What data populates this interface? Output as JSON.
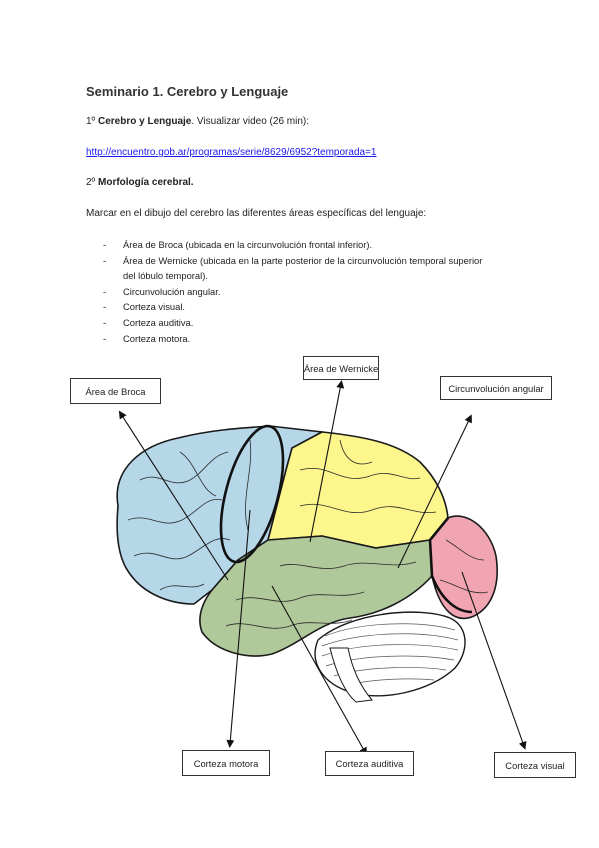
{
  "title": "Seminario 1. Cerebro y Lenguaje",
  "section1": {
    "number": "1º",
    "bold": "Cerebro y Lenguaje",
    "rest": ". Visualizar video (26 min):"
  },
  "link": "http://encuentro.gob.ar/programas/serie/8629/6952?temporada=1",
  "section2": {
    "number": "2º",
    "bold": "Morfología cerebral."
  },
  "instruction": "Marcar en el dibujo del cerebro las diferentes áreas específicas del lenguaje:",
  "bullet_marker": "-",
  "list": [
    "Área de Broca (ubicada en la circunvolución frontal inferior).",
    "Área de Wernicke (ubicada en la parte posterior de la circunvolución temporal superior",
    "del lóbulo temporal).",
    "Circunvolución angular.",
    "Corteza visual.",
    "Corteza auditiva.",
    "Corteza motora."
  ],
  "labels": {
    "broca": "Área de Broca",
    "wernicke": "Área de Wernicke",
    "angular": "Circunvolución angular",
    "motora": "Corteza motora",
    "auditiva": "Corteza auditiva",
    "visual": "Corteza visual"
  },
  "colors": {
    "frontal": "#b5d7e8",
    "parietal": "#fdf68c",
    "temporal": "#b0c99a",
    "occipital": "#f1a5b3",
    "cerebellum": "#ffffff",
    "outline": "#1a1a1a",
    "link": "#1a1aee"
  }
}
